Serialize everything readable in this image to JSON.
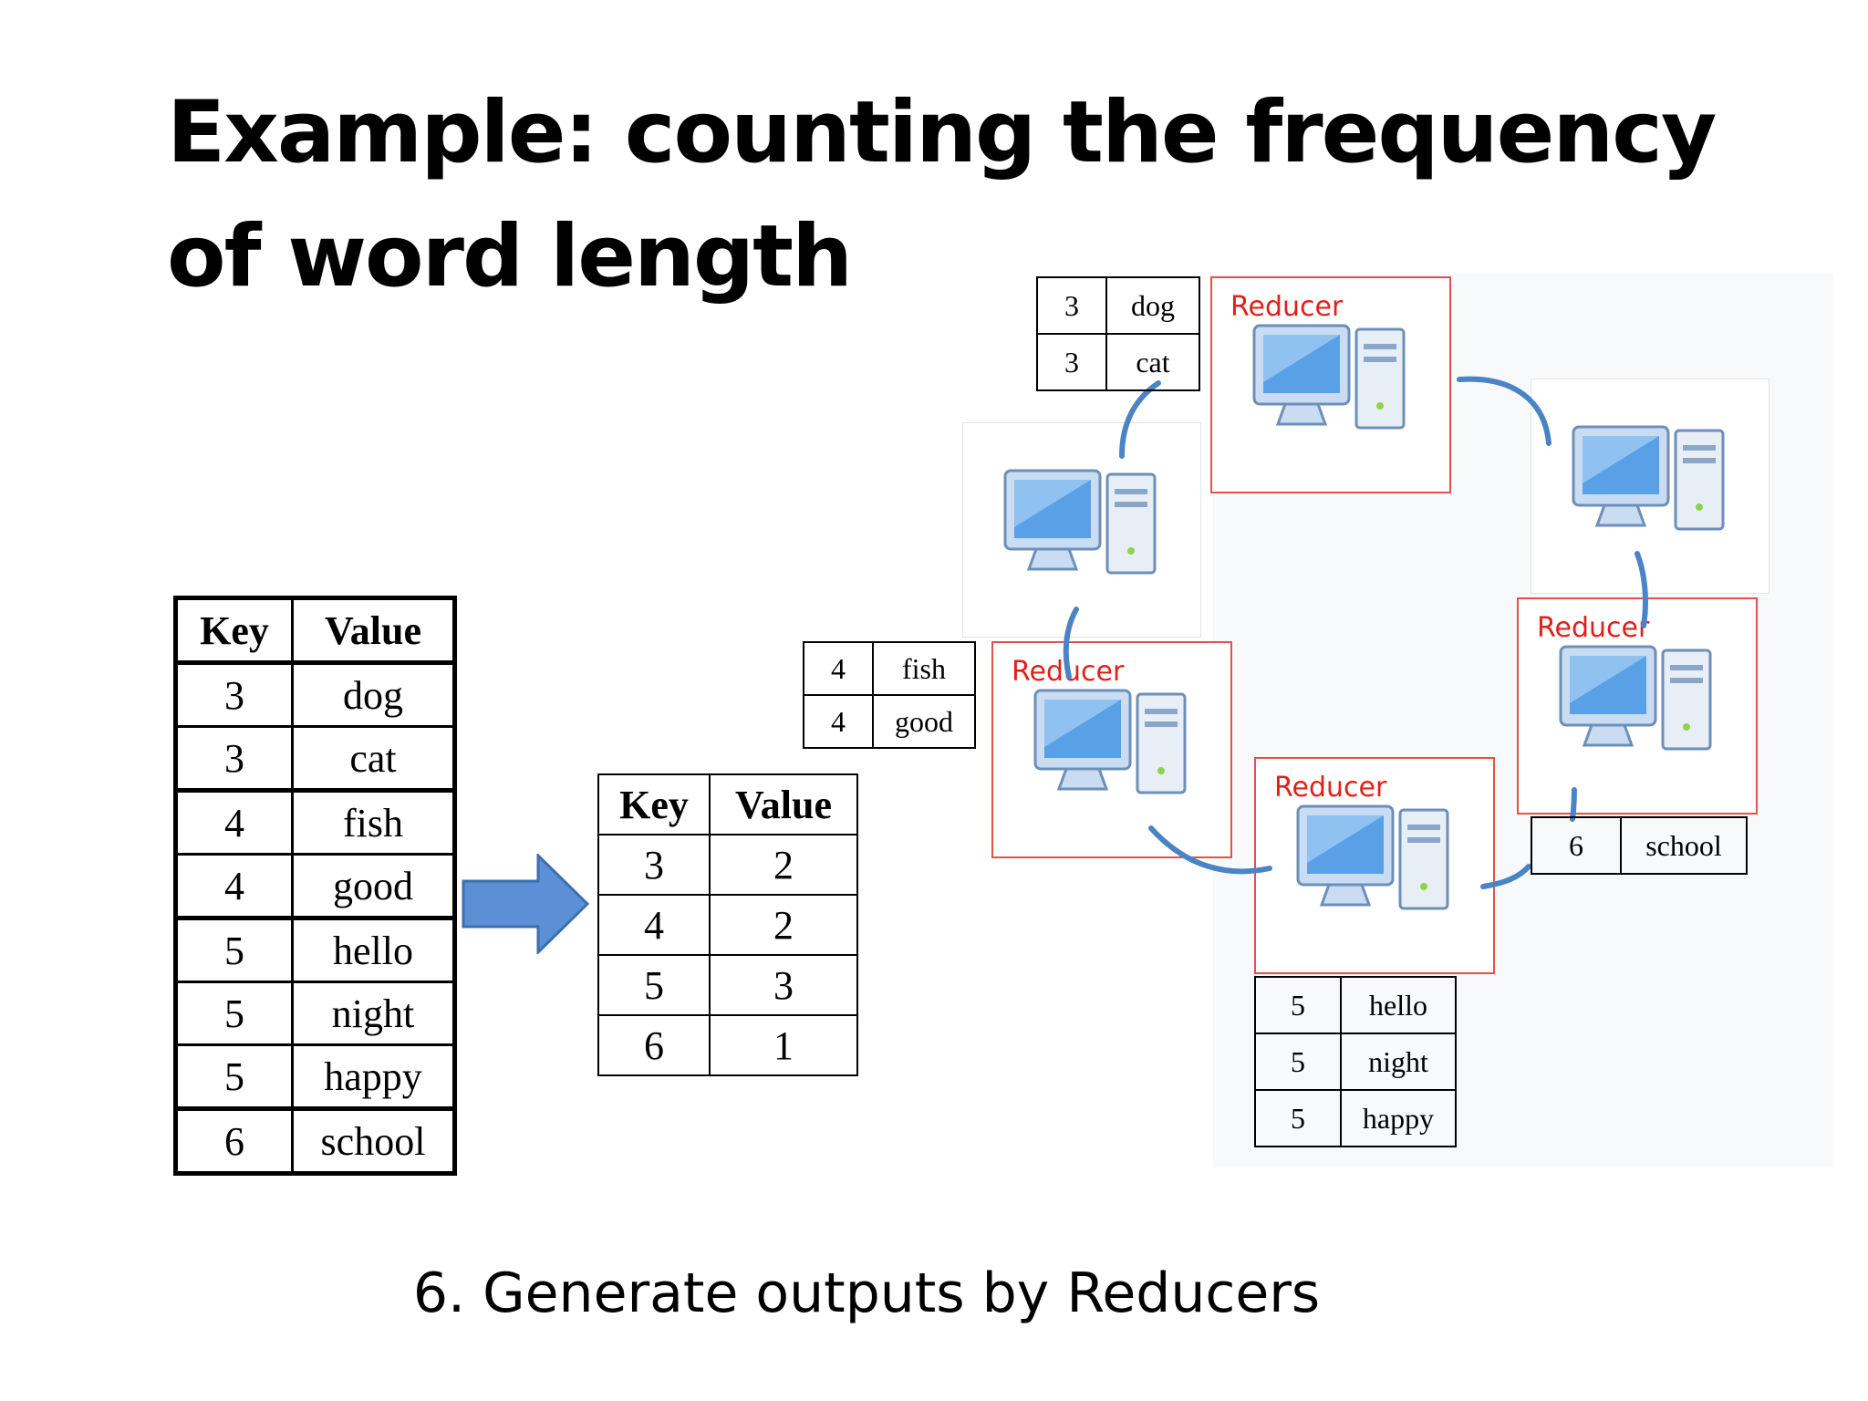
{
  "title": "Example: counting the frequency of word length",
  "caption": "6. Generate outputs by Reducers",
  "input_table": {
    "headers": [
      "Key",
      "Value"
    ],
    "rows": [
      [
        "3",
        "dog"
      ],
      [
        "3",
        "cat"
      ],
      [
        "4",
        "fish"
      ],
      [
        "4",
        "good"
      ],
      [
        "5",
        "hello"
      ],
      [
        "5",
        "night"
      ],
      [
        "5",
        "happy"
      ],
      [
        "6",
        "school"
      ]
    ]
  },
  "output_table": {
    "headers": [
      "Key",
      "Value"
    ],
    "rows": [
      [
        "3",
        "2"
      ],
      [
        "4",
        "2"
      ],
      [
        "5",
        "3"
      ],
      [
        "6",
        "1"
      ]
    ]
  },
  "reducer_label": "Reducer",
  "reducer_inputs": {
    "top": [
      [
        "3",
        "dog"
      ],
      [
        "3",
        "cat"
      ]
    ],
    "left": [
      [
        "4",
        "fish"
      ],
      [
        "4",
        "good"
      ]
    ],
    "right": [
      [
        "6",
        "school"
      ]
    ],
    "bottom": [
      [
        "5",
        "hello"
      ],
      [
        "5",
        "night"
      ],
      [
        "5",
        "happy"
      ]
    ]
  },
  "icons": {
    "arrow": "right-arrow-icon",
    "computer": "desktop-computer-icon"
  },
  "colors": {
    "reducer_border": "#e6504a",
    "reducer_label": "#e0201a",
    "arrow_fill": "#5b8fd6",
    "ring_line": "#4a84c4"
  }
}
